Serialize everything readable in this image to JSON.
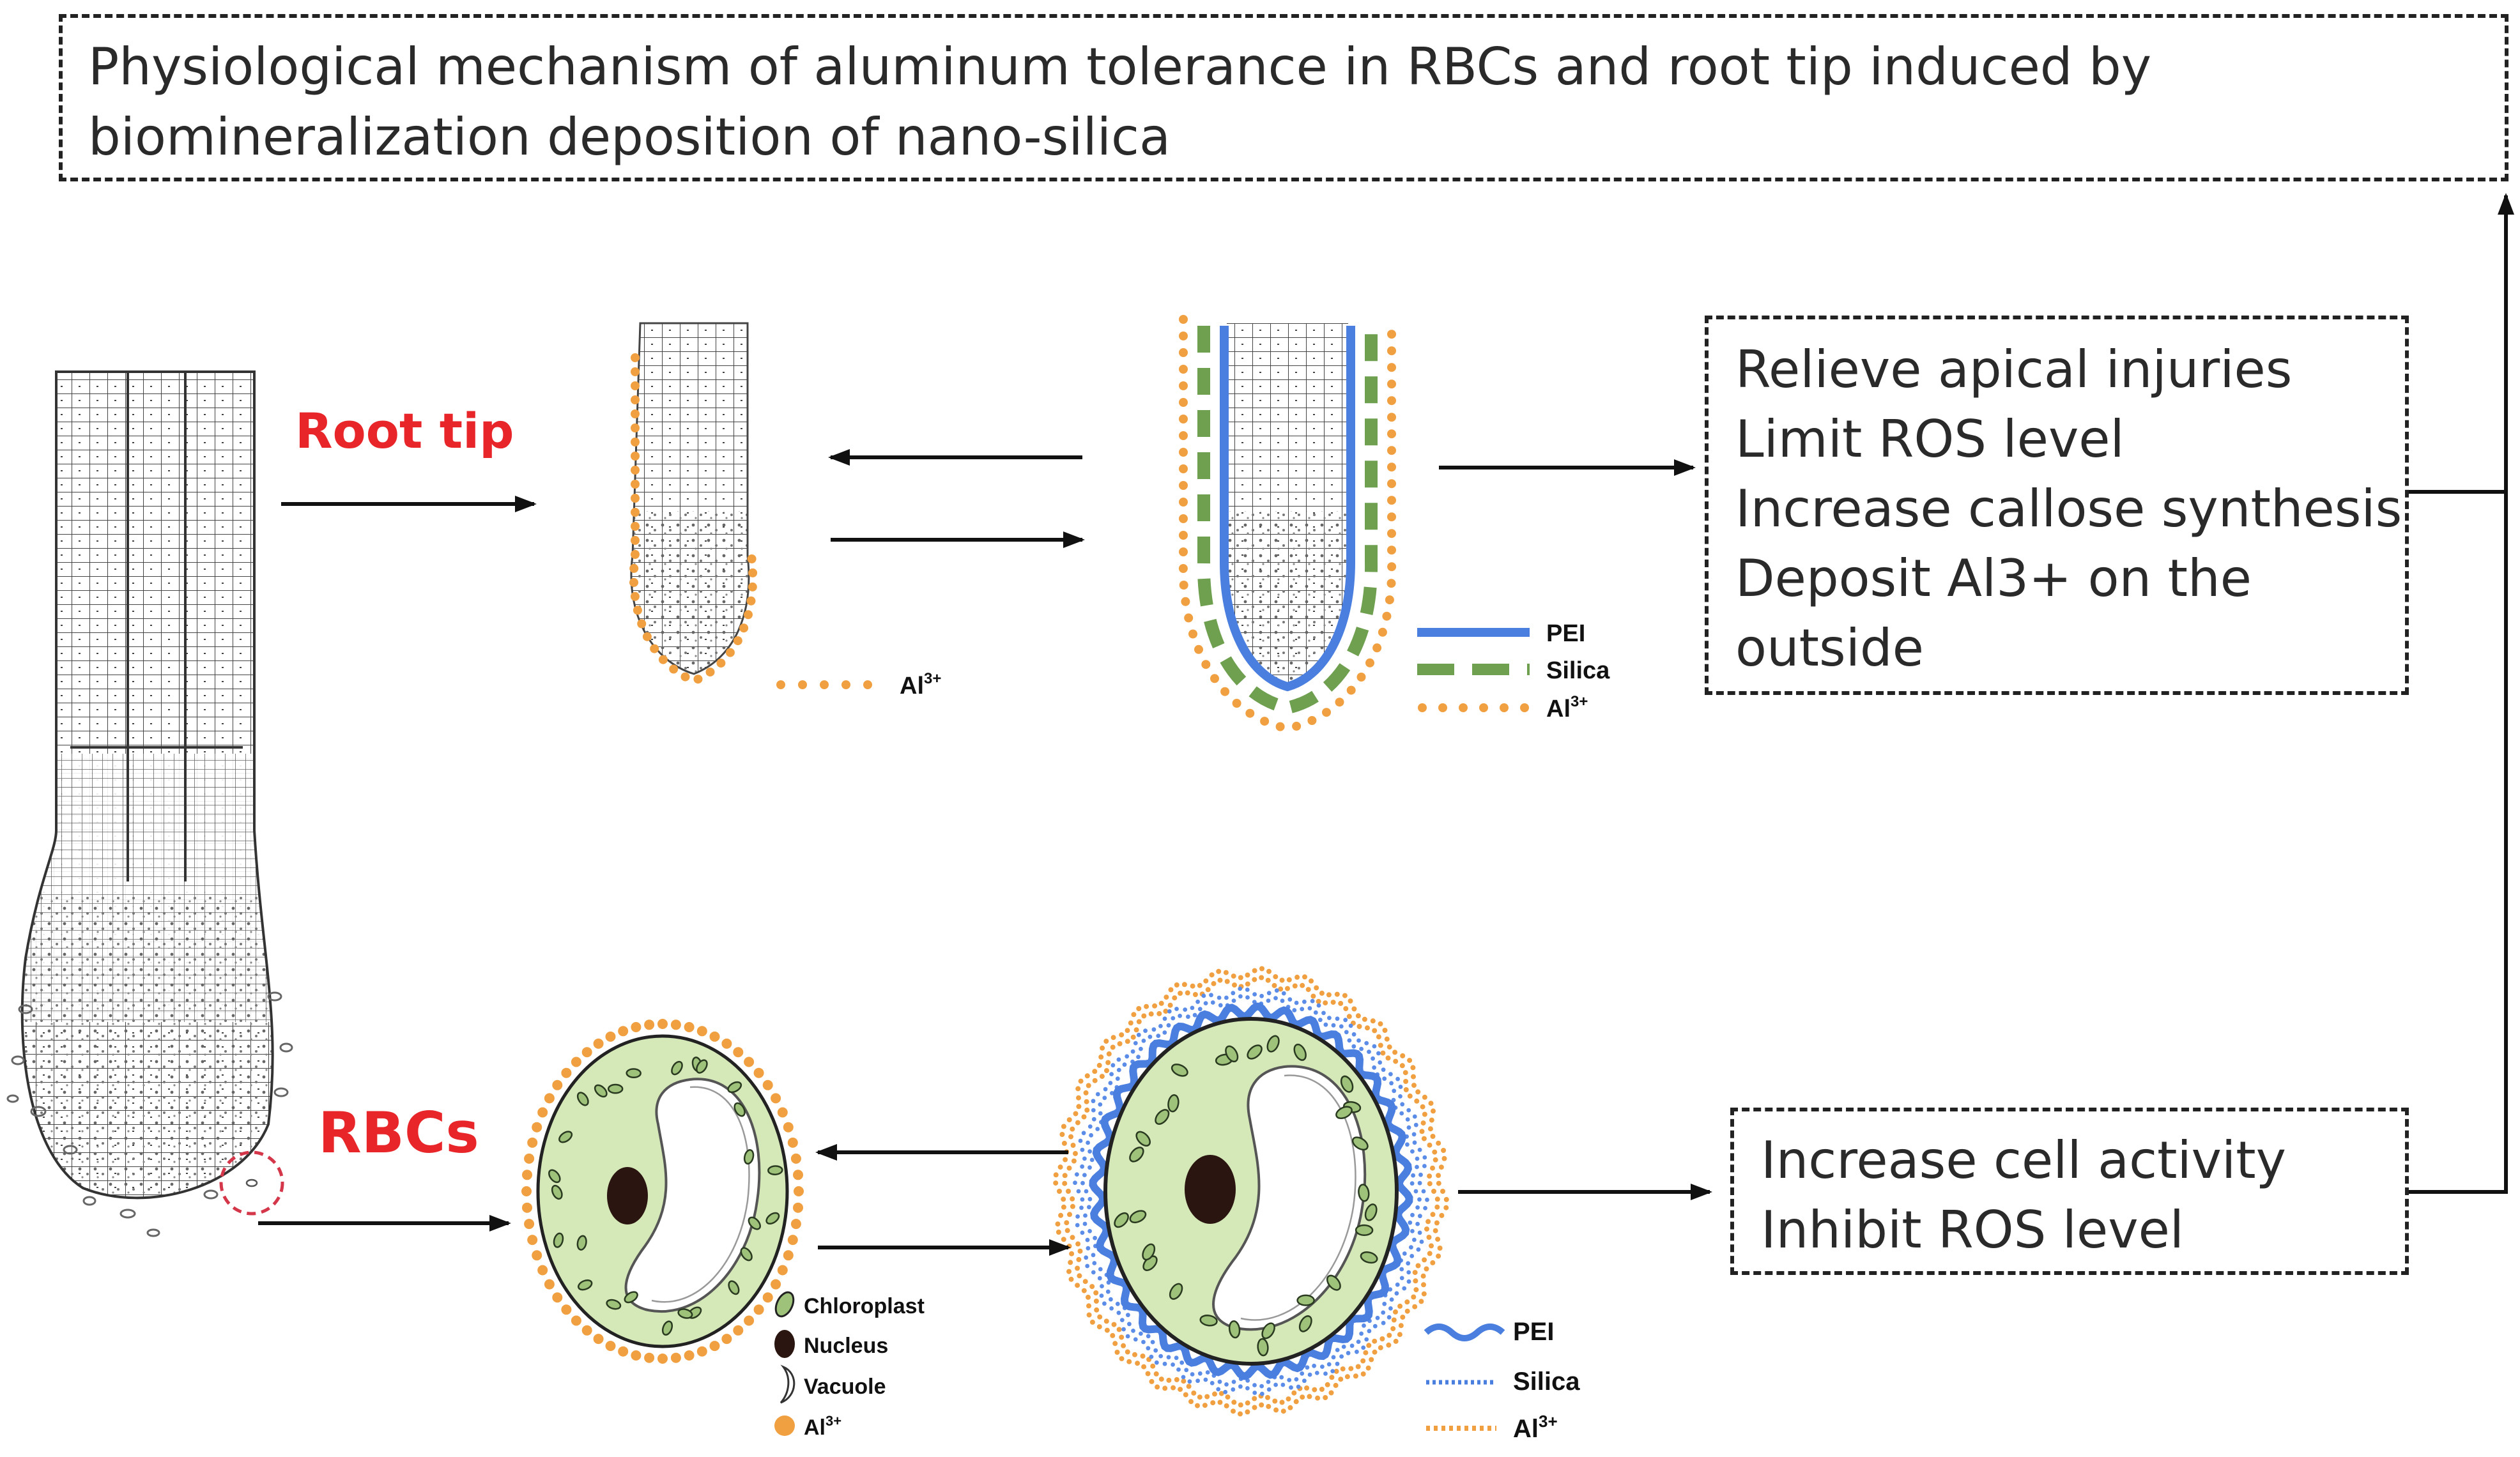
{
  "title": {
    "lines": [
      "Physiological mechanism of aluminum tolerance in RBCs and root tip induced by",
      "biomineralization deposition of nano-silica"
    ]
  },
  "labels": {
    "root_tip": "Root tip",
    "rbcs": "RBCs"
  },
  "root_outcomes": {
    "lines": [
      "Relieve apical injuries",
      "Limit ROS level",
      "Increase callose synthesis",
      "Deposit Al3+ on the",
      "outside"
    ]
  },
  "rbc_outcomes": {
    "lines": [
      "Increase cell activity",
      "Inhibit ROS level"
    ]
  },
  "legend_root_plain": {
    "al": {
      "prefix": "Al",
      "sup": "3+"
    }
  },
  "legend_root_coated": {
    "pei": "PEI",
    "silica": "Silica",
    "al": {
      "prefix": "Al",
      "sup": "3+"
    }
  },
  "legend_cell_parts": {
    "chloroplast": "Chloroplast",
    "nucleus": "Nucleus",
    "vacuole": "Vacuole",
    "al": {
      "prefix": "Al",
      "sup": "3+"
    }
  },
  "legend_cell_coated": {
    "pei": "PEI",
    "silica": "Silica",
    "al": {
      "prefix": "Al",
      "sup": "3+"
    }
  },
  "colors": {
    "al_dots": "#f0a040",
    "pei": "#4a7fe0",
    "silica": "#6fa050",
    "cell_fill": "#d5e8b8",
    "chloroplast": "#9ec27a",
    "nucleus": "#2a1510",
    "red_label": "#e8262a"
  }
}
